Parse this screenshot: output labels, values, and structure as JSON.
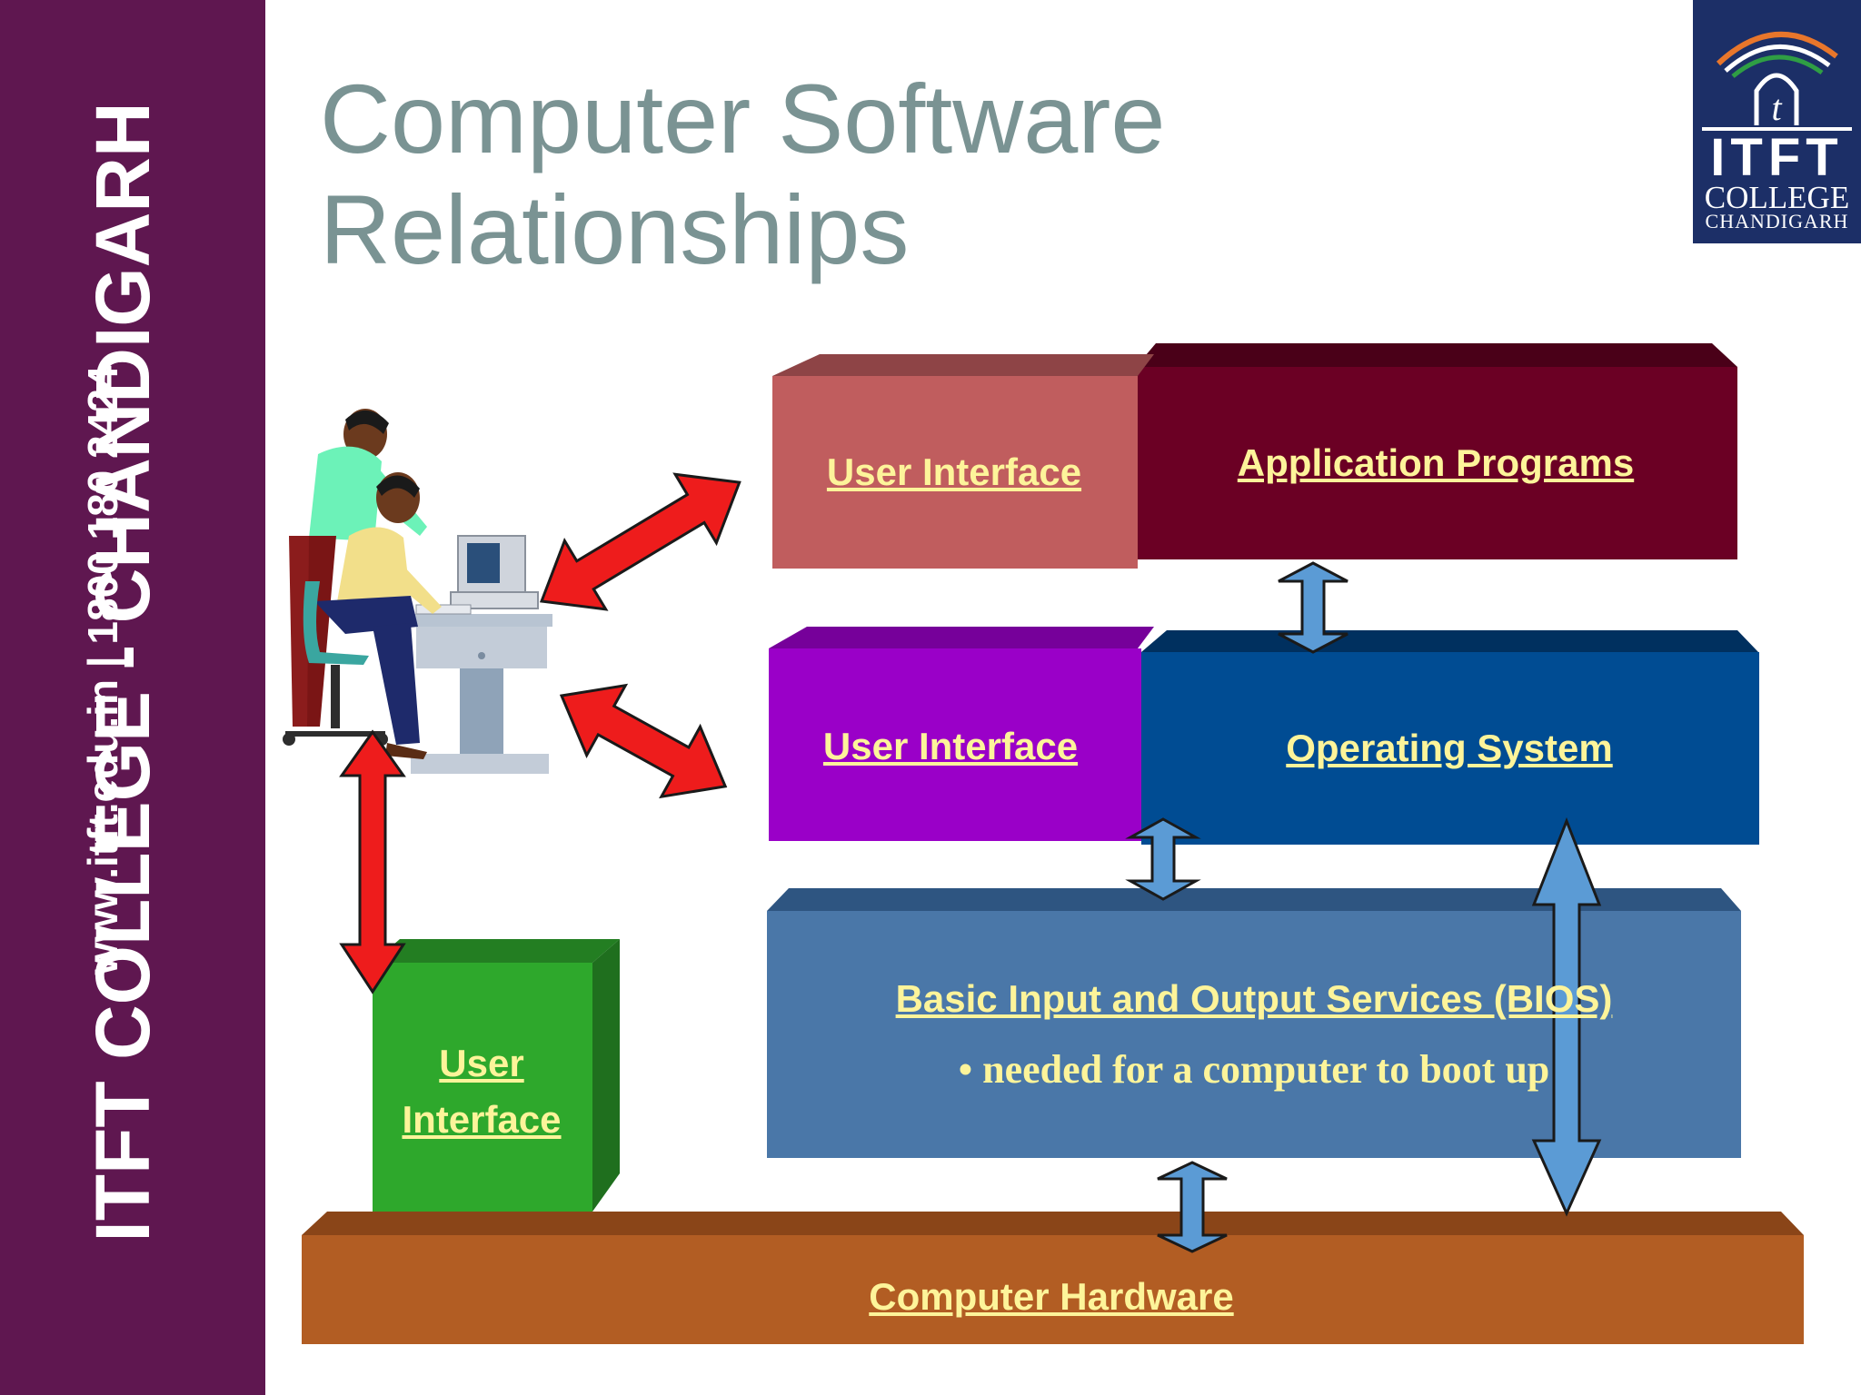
{
  "sidebar": {
    "title": "ITFT COLLEGE - CHANDIGARH",
    "contact": "www.itft.edu.in  | 1800 180 2424",
    "bg_color": "#5f1750"
  },
  "logo": {
    "name": "ITFT",
    "line2": "COLLEGE",
    "line3": "CHANDIGARH",
    "bg_color": "#1c2f67"
  },
  "slide": {
    "title_line1": "Computer Software",
    "title_line2": "Relationships"
  },
  "diagram": {
    "user_interface_top": "User Interface",
    "application_programs": "Application Programs",
    "user_interface_mid": "User Interface",
    "operating_system": "Operating System",
    "bios": "Basic Input and Output Services (BIOS)",
    "bios_note": "• needed for a computer to boot up",
    "user_interface_green": "User Interface",
    "computer_hardware": "Computer Hardware",
    "colors": {
      "ui_top": "#c05d5e",
      "application_programs": "#6b0024",
      "ui_mid": "#9a00c8",
      "operating_system": "#004c93",
      "bios": "#4a77a8",
      "ui_green": "#2ea82c",
      "hardware": "#b25d23",
      "label_text": "#fdf49a",
      "red_arrow": "#ee1c1c",
      "blue_arrow": "#5b9bd5"
    }
  }
}
